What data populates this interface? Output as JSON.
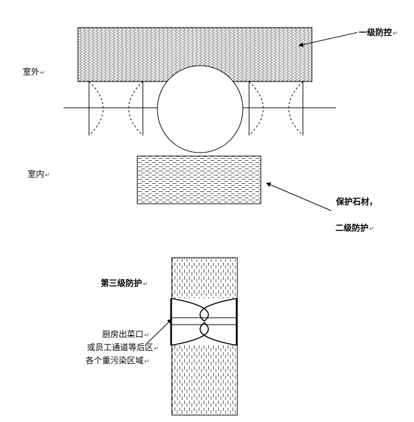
{
  "labels": {
    "outdoor": "室外",
    "indoor": "室内",
    "level1": "一级防控",
    "level2_line1": "保护石材，",
    "level2_line2": "二级防护",
    "level3": "第三级防护",
    "area_lines": [
      "厨房出菜口",
      "或员工通道等后区",
      "各个重污染区域"
    ]
  },
  "paragraph_mark": "↵"
}
